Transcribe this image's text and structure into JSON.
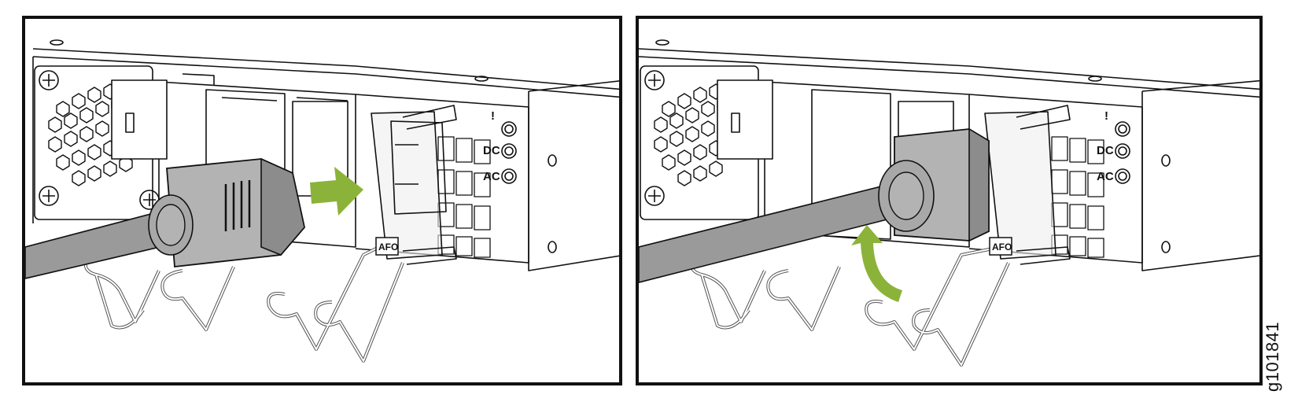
{
  "figure_id": "g101841",
  "labels": {
    "alarm": "!",
    "dc": "DC",
    "ac": "AC",
    "afo": "AFO"
  },
  "colors": {
    "arrow": "#8bb33a",
    "cord": "#9a9a9a",
    "plug": "#b3b3b3",
    "plug_dark": "#8c8c8c",
    "outline": "#111111",
    "retainer": "#cfcfcf"
  },
  "panels": [
    {
      "step": "insert-plug",
      "arrow_icon": "arrow-right-icon"
    },
    {
      "step": "lift-retainer",
      "arrow_icon": "arrow-curved-up-icon"
    }
  ]
}
